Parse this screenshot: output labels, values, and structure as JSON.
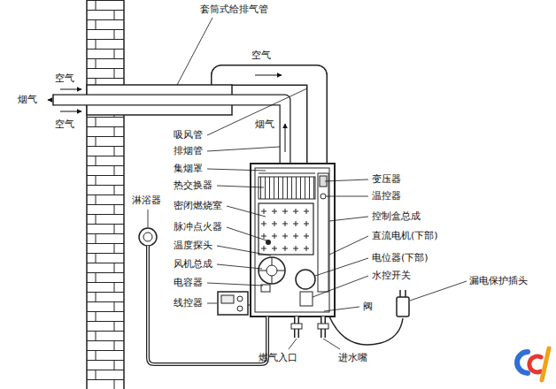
{
  "diagram": {
    "labels": [
      "套筒式给排气管",
      "空气",
      "烟气",
      "空气",
      "空气",
      "烟气",
      "吸风管",
      "排烟管",
      "集烟罩",
      "热交换器",
      "密闭燃烧室",
      "脉冲点火器",
      "温度探头",
      "风机总成",
      "电容器",
      "线控器",
      "淋浴器",
      "变压器",
      "温控器",
      "控制盒总成",
      "直流电机(下部)",
      "电位器(下部)",
      "水控开关",
      "阀",
      "漏电保护插头",
      "燃气入口",
      "进水嘴"
    ]
  }
}
